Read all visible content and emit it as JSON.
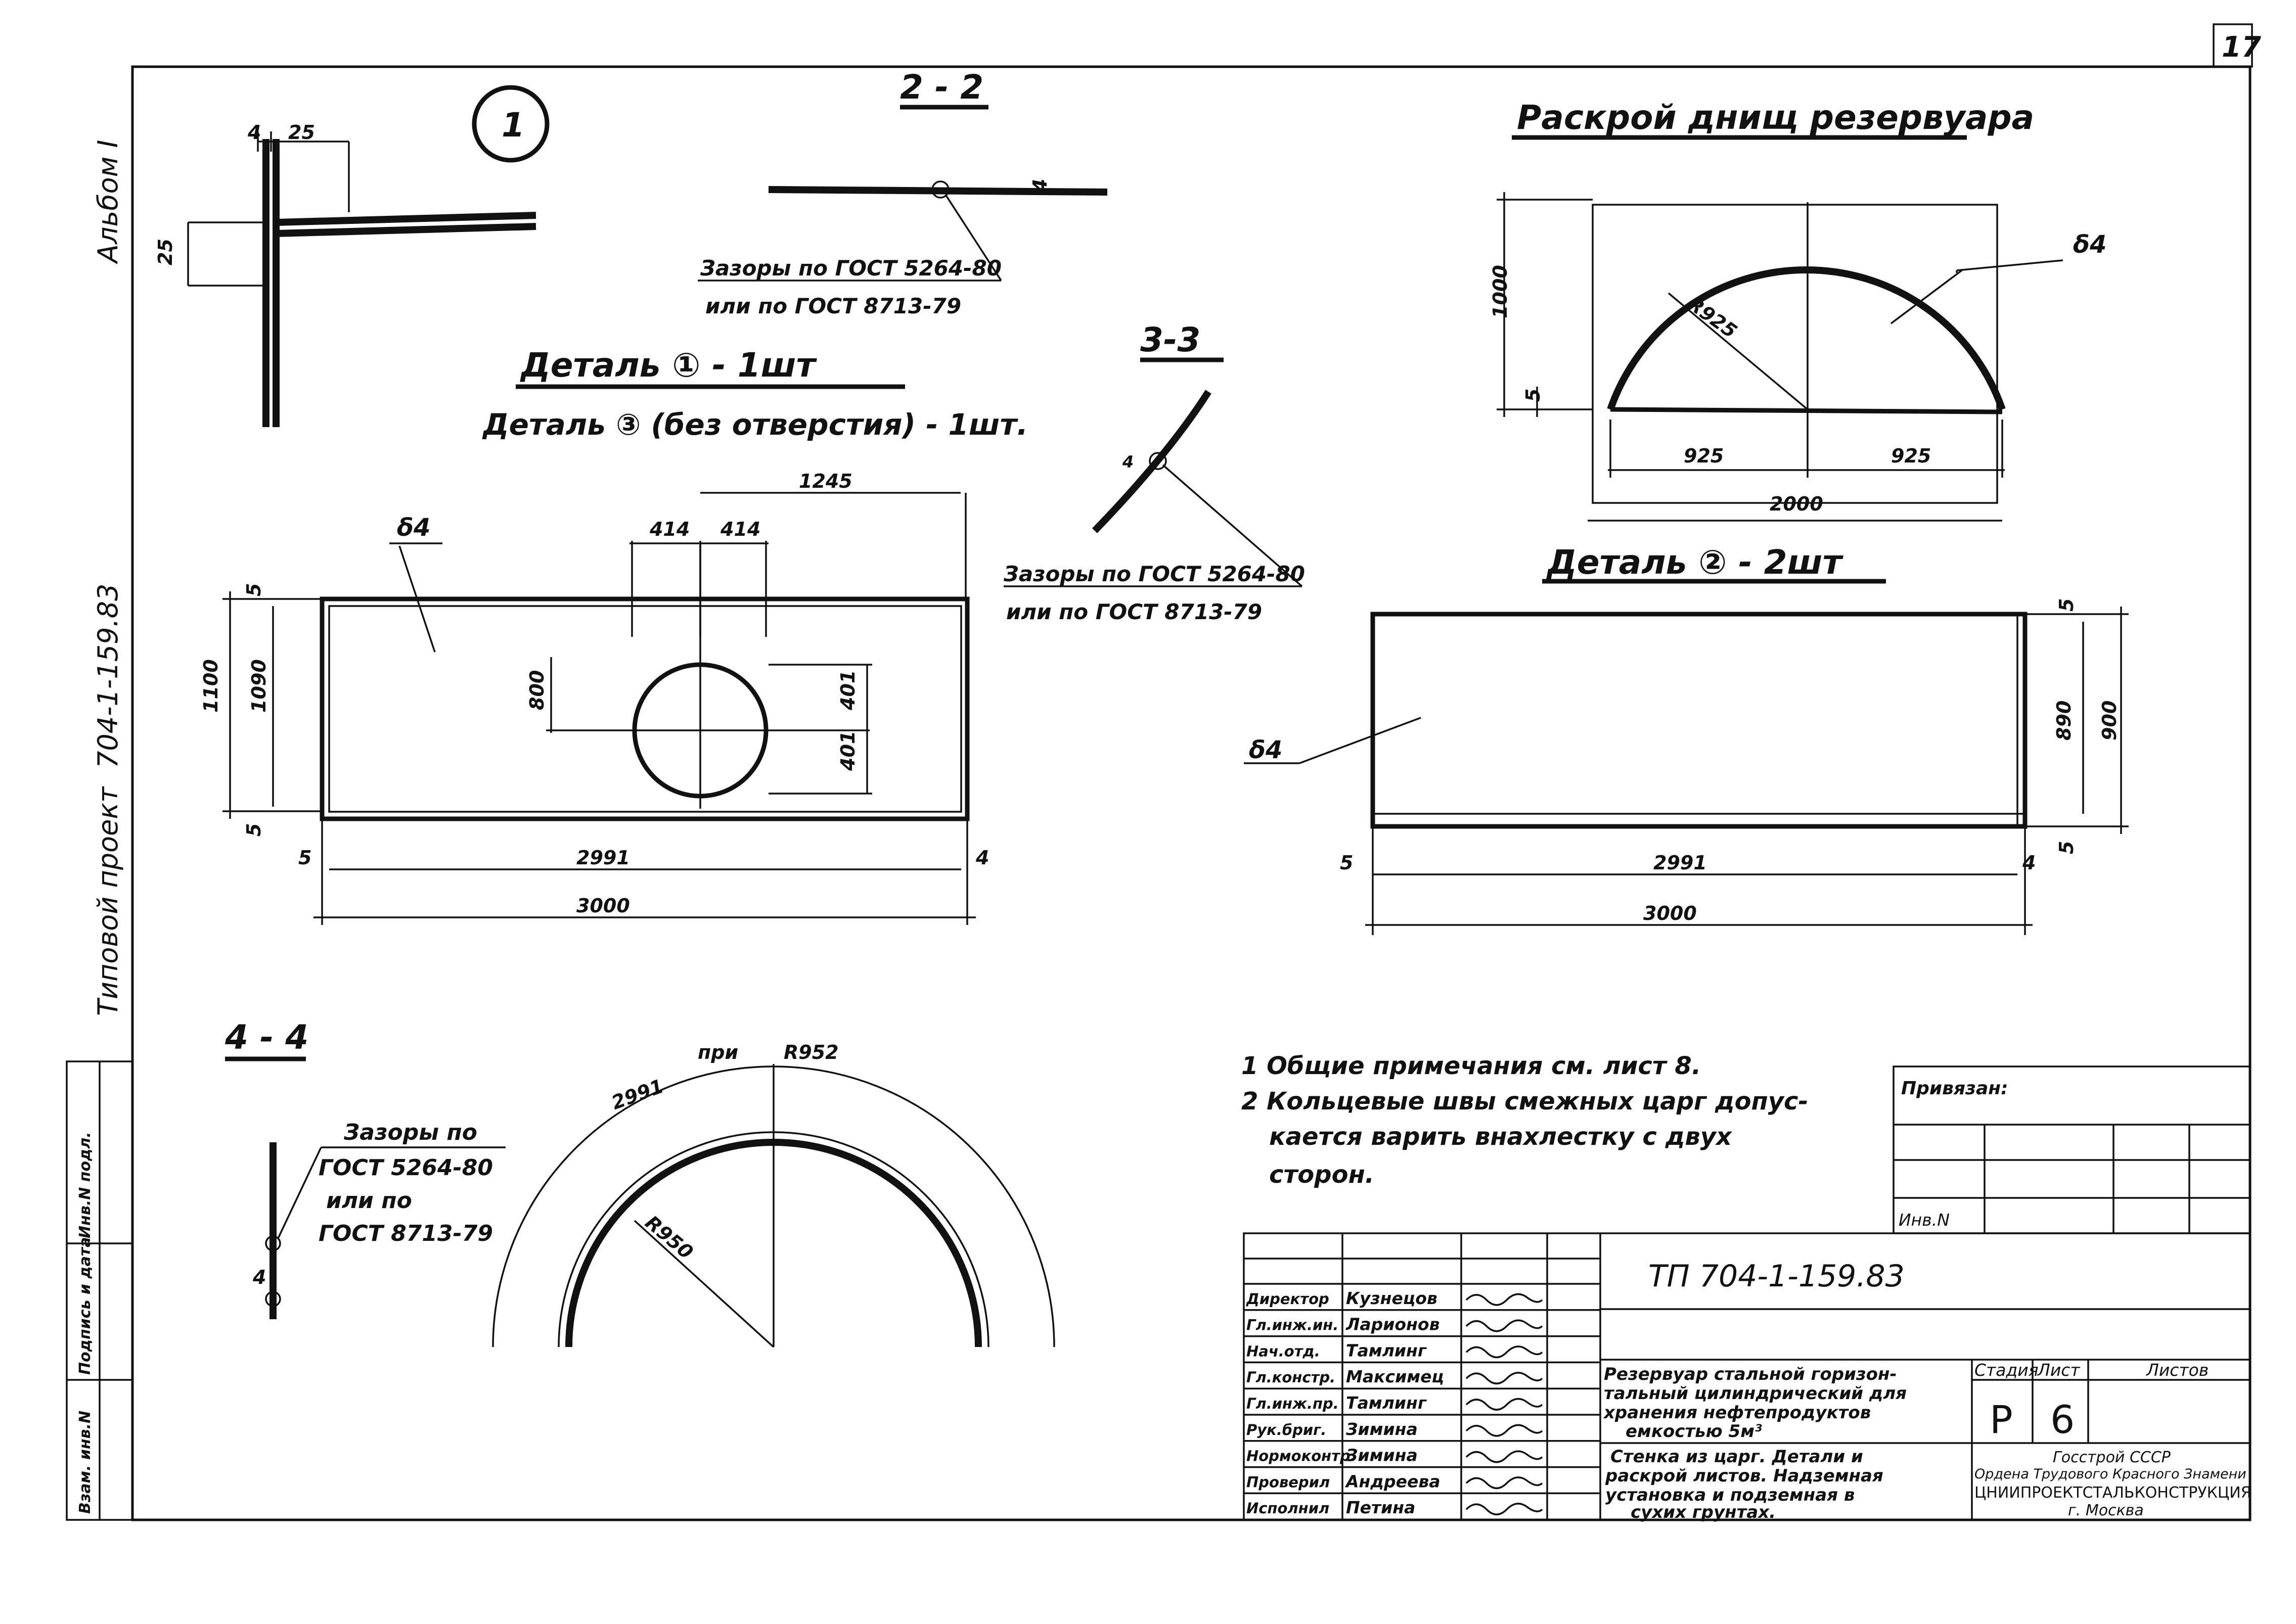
{
  "sheet_number": "17",
  "margin": {
    "album": "Альбом I",
    "project_code": "704-1-159.83",
    "project_type": "Типовой проект"
  },
  "left_stamp": [
    "Инв.N подл.",
    "Подпись и дата",
    "Взам. инв.N"
  ],
  "views": {
    "detail_marker": "1",
    "section_2_2": {
      "title": "2 - 2",
      "dim": "4",
      "note_1": "Зазоры по ГОСТ 5264-80",
      "note_2": "или по ГОСТ 8713-79"
    },
    "section_3_3": {
      "title": "3-3",
      "dim": "4",
      "note_1": "Зазоры по ГОСТ 5264-80",
      "note_2": "или по ГОСТ 8713-79"
    },
    "section_4_4": {
      "title": "4 - 4",
      "dim": "4",
      "notes": [
        "Зазоры по",
        "ГОСТ 5264-80",
        "или по",
        "ГОСТ 8713-79"
      ]
    },
    "detail_1_title": "Деталь ① - 1шт",
    "detail_3_title": "Деталь ③ (без отверстия) - 1шт.",
    "detail_2_title": "Деталь ② - 2шт",
    "cutting_title": "Раскрой днищ резервуара"
  },
  "angle_section": {
    "dims": [
      "25",
      "4",
      "25"
    ]
  },
  "detail_1": {
    "label": "δ4",
    "dims": [
      "414",
      "414",
      "1245",
      "401",
      "401",
      "800",
      "1100",
      "1090",
      "5",
      "5",
      "5",
      "2991",
      "4",
      "3000"
    ]
  },
  "cutting": {
    "label": "δ4",
    "dims": [
      "R925",
      "1000",
      "5",
      "925",
      "925",
      "2000"
    ]
  },
  "detail_2": {
    "label": "δ4",
    "dims": [
      "890",
      "900",
      "5",
      "5",
      "5",
      "2991",
      "4",
      "3000"
    ]
  },
  "arc": {
    "dims": [
      "R950",
      "2991",
      "при",
      "R952"
    ]
  },
  "notes": [
    "1 Общие примечания см. лист 8.",
    "2 Кольцевые швы смежных царг допус-",
    "кается варить внахлестку с двух",
    "сторон."
  ],
  "binding": {
    "label": "Привязан:",
    "inv": "Инв.N"
  },
  "title_block": {
    "code": "ТП 704-1-159.83",
    "title_lines": [
      "Резервуар стальной горизон-",
      "тальный цилиндрический для",
      "хранения нефтепродуктов",
      "емкостью 5м³"
    ],
    "subject_lines": [
      "Стенка из царг. Детали и",
      "раскрой листов. Надземная",
      "установка и подземная в",
      "сухих грунтах."
    ],
    "stage_header": "Стадия",
    "sheet_header": "Лист",
    "sheets_header": "Листов",
    "stage": "Р",
    "sheet": "6",
    "org_lines": [
      "Госстрой СССР",
      "Ордена Трудового Красного Знамени",
      "ЦНИИПРОЕКТСТАЛЬКОНСТРУКЦИЯ",
      "г. Москва"
    ],
    "staff": [
      {
        "role": "Директор",
        "name": "Кузнецов"
      },
      {
        "role": "Гл.инж.ин.",
        "name": "Ларионов"
      },
      {
        "role": "Нач.отд.",
        "name": "Тамлинг"
      },
      {
        "role": "Гл.констр.",
        "name": "Максимец"
      },
      {
        "role": "Гл.инж.пр.",
        "name": "Тамлинг"
      },
      {
        "role": "Рук.бриг.",
        "name": "Зимина"
      },
      {
        "role": "Нормоконтр.",
        "name": "Зимина"
      },
      {
        "role": "Проверил",
        "name": "Андреева"
      },
      {
        "role": "Исполнил",
        "name": "Петина"
      }
    ]
  }
}
